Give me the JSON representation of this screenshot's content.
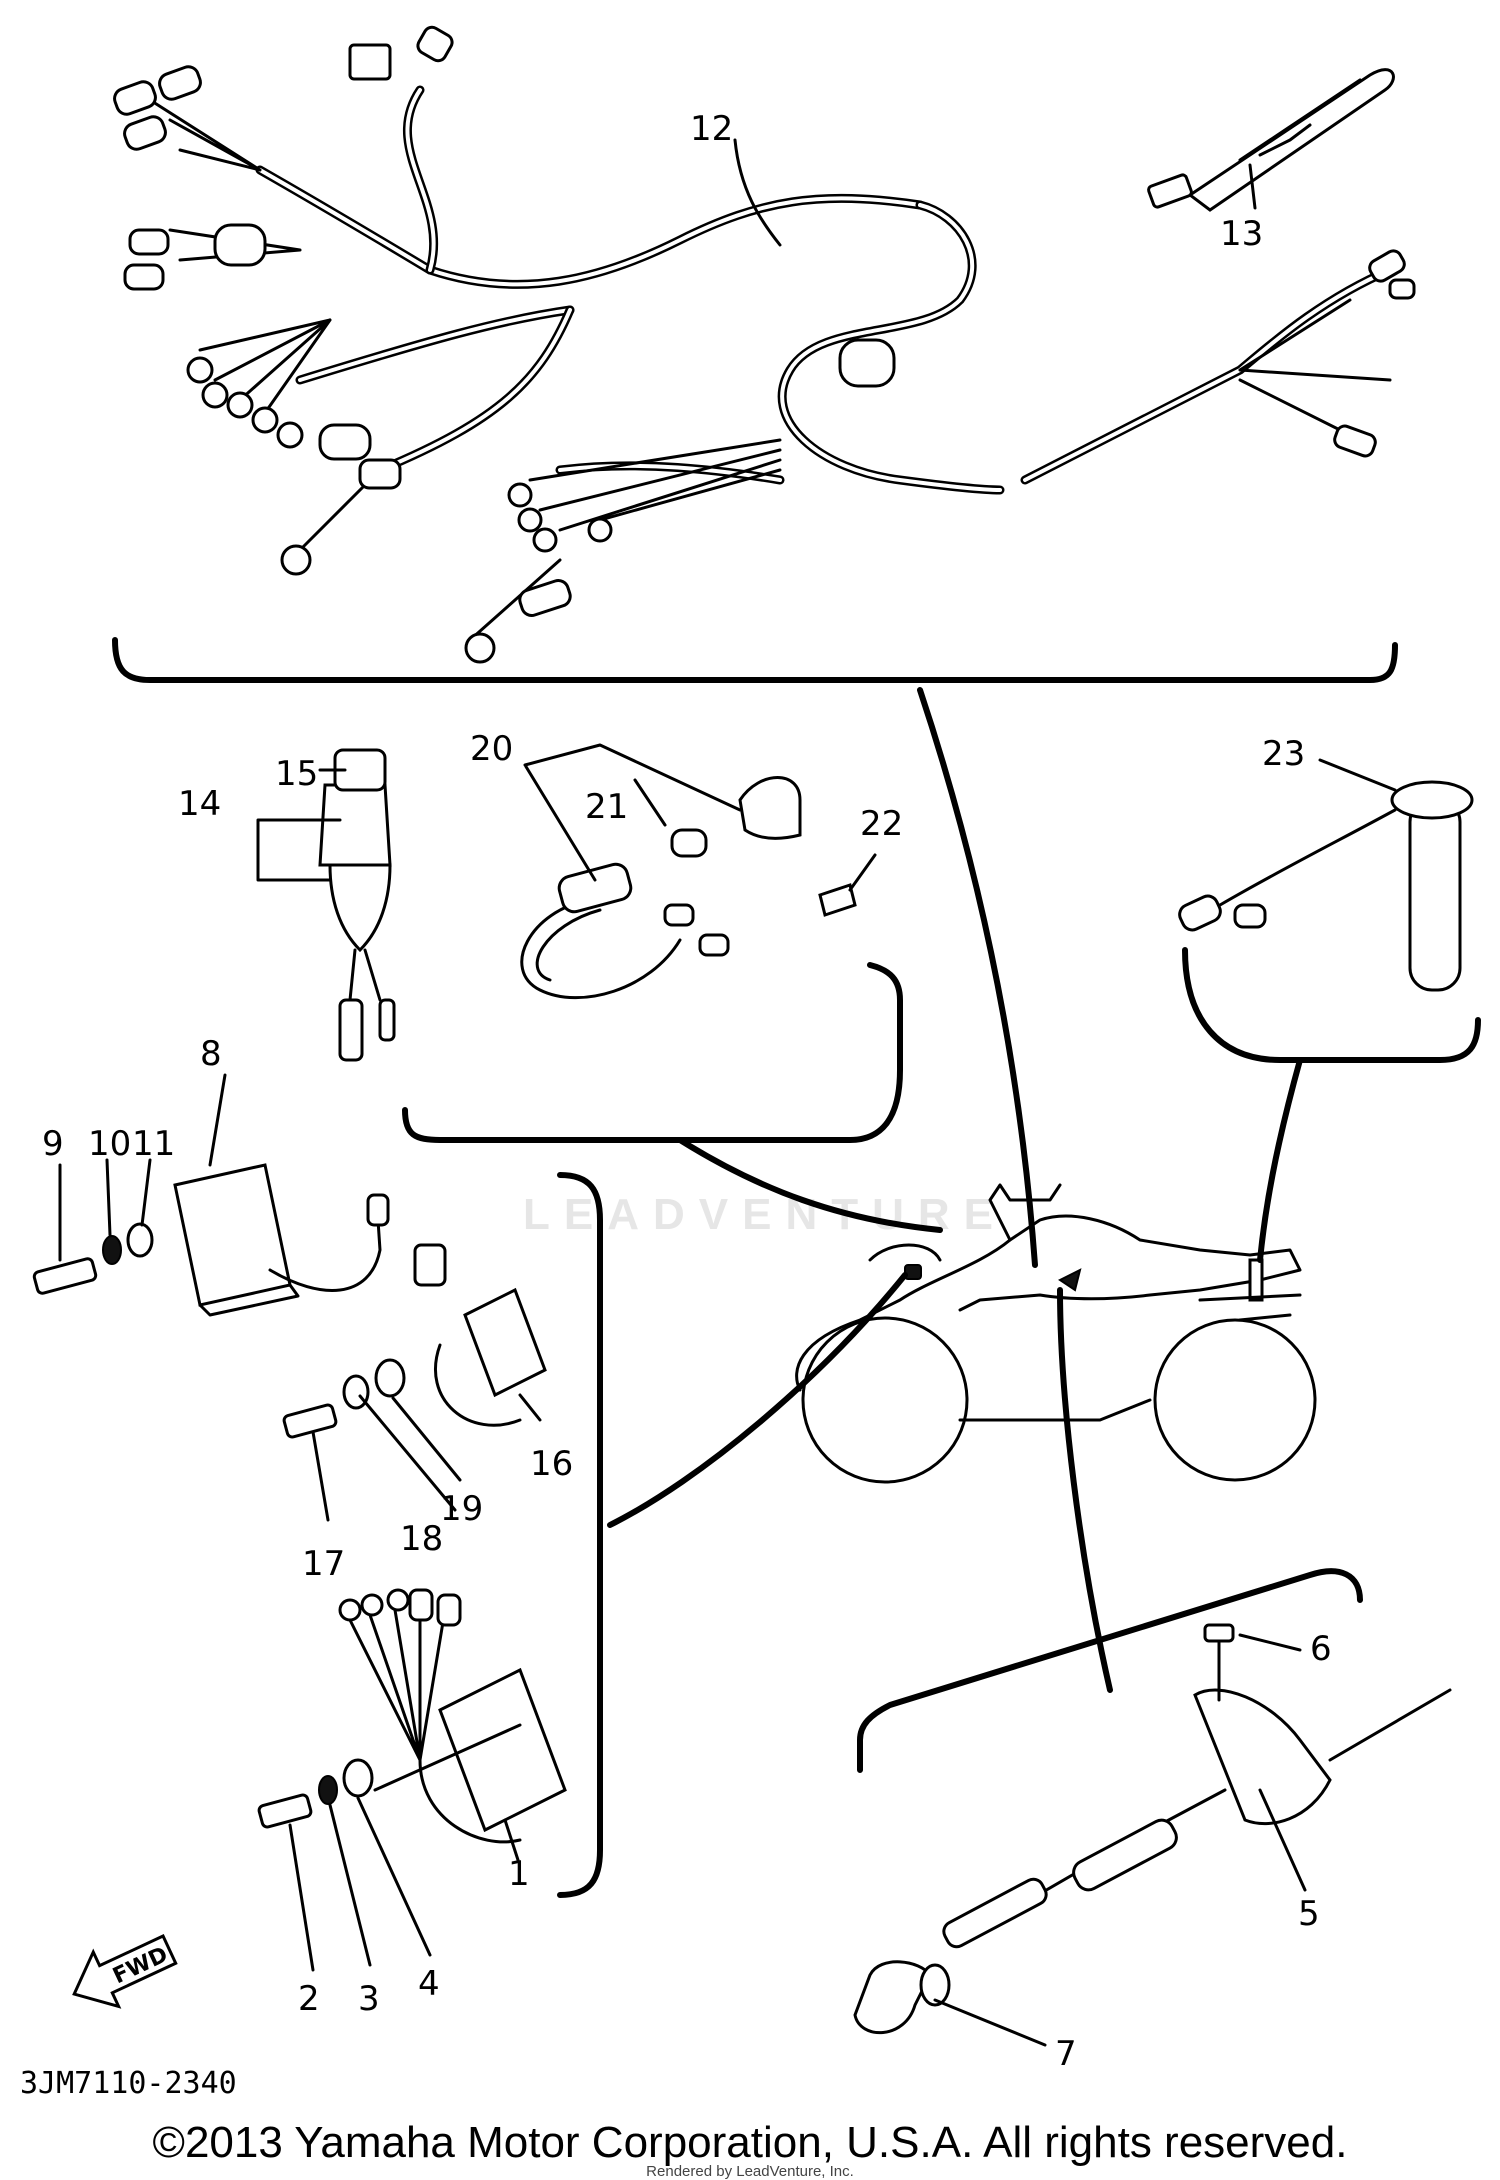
{
  "diagram_code": "3JM7110-2340",
  "fwd_arrow_text": "FWD",
  "copyright": "©2013 Yamaha Motor Corporation, U.S.A. All rights reserved.",
  "rendered_by": "Rendered by LeadVenture, Inc.",
  "watermark_text": "LEADVENTURE",
  "callouts": [
    "1",
    "2",
    "3",
    "4",
    "5",
    "6",
    "7",
    "8",
    "9",
    "10",
    "11",
    "12",
    "13",
    "14",
    "15",
    "16",
    "17",
    "18",
    "19",
    "20",
    "21",
    "22",
    "23"
  ]
}
